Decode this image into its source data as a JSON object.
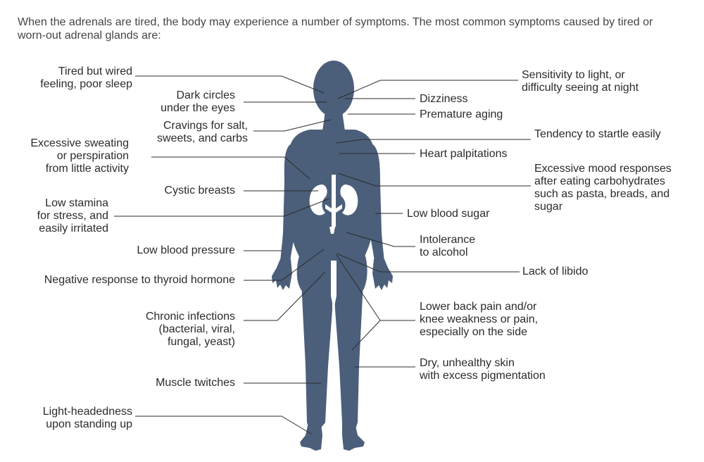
{
  "intro": "When the adrenals are tired, the body may experience a number of symptoms. The most common symptoms caused by tired or worn-out adrenal glands are:",
  "labels": {
    "tired_wired": "Tired but wired\nfeeling, poor sleep",
    "dark_circles": "Dark circles\nunder the eyes",
    "cravings": "Cravings for salt,\nsweets, and carbs",
    "sweating": "Excessive sweating\nor perspiration\nfrom little activity",
    "cystic_breasts": "Cystic breasts",
    "low_stamina": "Low stamina\nfor stress, and\neasily irritated",
    "low_bp": "Low blood pressure",
    "thyroid": "Negative response to thyroid hormone",
    "infections": "Chronic infections\n(bacterial, viral,\nfungal, yeast)",
    "twitches": "Muscle twitches",
    "lightheaded": "Light-headedness\nupon standing up",
    "light_sensitivity": "Sensitivity to light, or\ndifficulty seeing at night",
    "dizziness": "Dizziness",
    "aging": "Premature aging",
    "startle": "Tendency to startle easily",
    "palpitations": "Heart palpitations",
    "mood": "Excessive mood responses\nafter eating carbohydrates\nsuch as pasta, breads, and\nsugar",
    "blood_sugar": "Low blood sugar",
    "alcohol": "Intolerance\nto alcohol",
    "libido": "Lack of libido",
    "back_pain": "Lower back pain and/or\nknee weakness or pain,\nespecially on the side",
    "dry_skin": "Dry, unhealthy skin\nwith excess pigmentation"
  },
  "colors": {
    "body": "#4b5f7a",
    "organs": "#ffffff",
    "leader_lines": "#2b2b2b"
  }
}
